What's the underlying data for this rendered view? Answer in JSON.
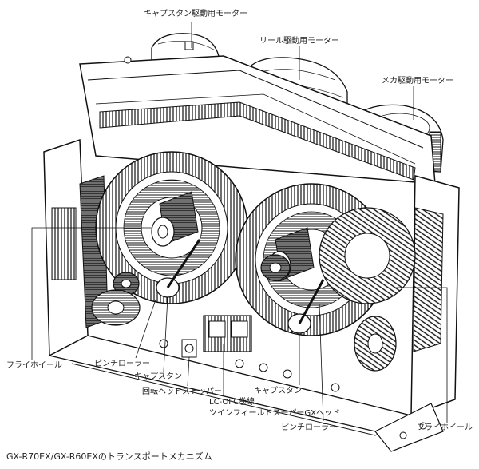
{
  "labels": {
    "capstan_motor": "キャプスタン駆動用モーター",
    "reel_motor": "リール駆動用モーター",
    "mecha_motor": "メカ駆動用モーター",
    "flywheel_left": "フライホイール",
    "pinch_roller_left": "ピンチローラー",
    "capstan_left": "キャプスタン",
    "head_stopper": "回転ヘッドストッパー",
    "lc_ofc_line1": "LC-OFC巻線",
    "lc_ofc_line2": "ツインフィールドスーパーGXヘッド",
    "capstan_right": "キャプスタン",
    "pinch_roller_right": "ピンチローラー",
    "flywheel_right": "フライホイール"
  },
  "caption": "GX-R70EX/GX-R60EXのトランスポートメカニズム"
}
